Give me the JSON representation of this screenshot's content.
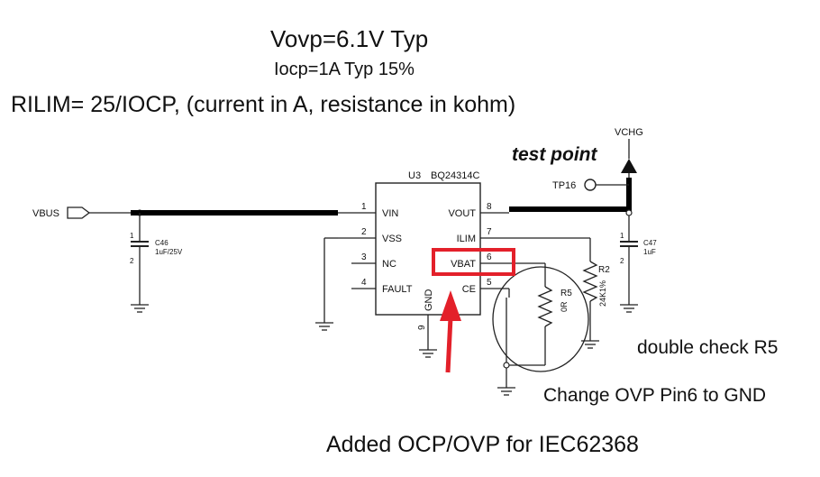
{
  "notes": {
    "vovp": "Vovp=6.1V Typ",
    "iocp": "Iocp=1A Typ 15%",
    "rilim": "RILIM= 25/IOCP, (current in A, resistance in kohm)",
    "test_point": "test point",
    "double_check": "double check R5",
    "change_ovp": "Change OVP Pin6 to GND",
    "added": "Added OCP/OVP for IEC62368"
  },
  "ic": {
    "ref": "U3",
    "part": "BQ24314C",
    "pins_left": [
      {
        "num": "1",
        "name": "VIN"
      },
      {
        "num": "2",
        "name": "VSS"
      },
      {
        "num": "3",
        "name": "NC"
      },
      {
        "num": "4",
        "name": "FAULT"
      }
    ],
    "pins_right": [
      {
        "num": "8",
        "name": "VOUT"
      },
      {
        "num": "7",
        "name": "ILIM"
      },
      {
        "num": "6",
        "name": "VBAT"
      },
      {
        "num": "5",
        "name": "CE"
      }
    ],
    "pin_bottom": {
      "num": "9",
      "name": "GND"
    }
  },
  "nets": {
    "vbus": "VBUS",
    "vchg": "VCHG",
    "tp": "TP16"
  },
  "parts": {
    "c46": {
      "ref": "C46",
      "value": "1uF/25V",
      "pin1": "1",
      "pin2": "2"
    },
    "c47": {
      "ref": "C47",
      "value": "1uF",
      "pin1": "1",
      "pin2": "2"
    },
    "r2": {
      "ref": "R2",
      "value": "24K1%"
    },
    "r5": {
      "ref": "R5",
      "value": "0R"
    }
  },
  "colors": {
    "highlight": "#e3202a",
    "wire": "#222222"
  }
}
